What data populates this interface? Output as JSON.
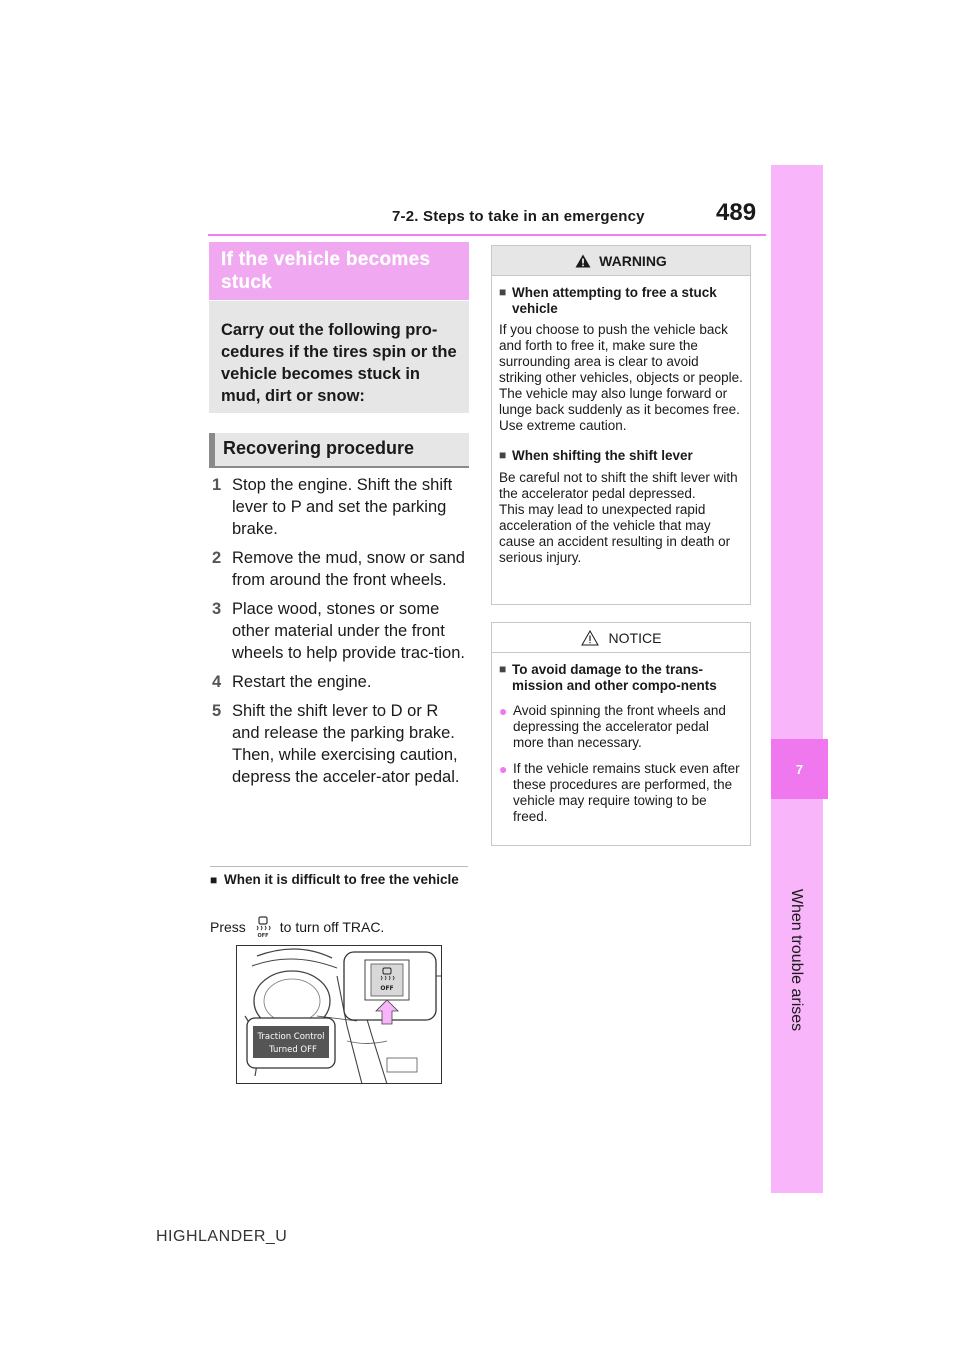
{
  "header": {
    "section_title": "7-2. Steps to take in an emergency",
    "page_number": "489"
  },
  "side_tab": {
    "chapter_number": "7",
    "chapter_title": "When trouble arises"
  },
  "section": {
    "title": "If the vehicle becomes stuck",
    "intro": "Carry out the following pro-cedures if the tires spin or the vehicle becomes stuck in mud, dirt or snow:",
    "subheading": "Recovering procedure",
    "steps": [
      {
        "num": "1",
        "text": "Stop the engine. Shift the shift lever to P and set the parking brake."
      },
      {
        "num": "2",
        "text": "Remove the mud, snow or sand from around the front wheels."
      },
      {
        "num": "3",
        "text": "Place wood, stones or some other material under the front wheels to help provide trac-tion."
      },
      {
        "num": "4",
        "text": "Restart the engine."
      },
      {
        "num": "5",
        "text": "Shift the shift lever to D or R and release the parking brake. Then, while exercising caution, depress the acceler-ator pedal."
      }
    ],
    "note_heading": "When it is difficult to free the vehicle",
    "note_press": "Press",
    "note_action": "to turn off TRAC.",
    "illustration": {
      "display_line1": "Traction Control",
      "display_line2": "Turned OFF",
      "switch_label": "OFF"
    }
  },
  "warning": {
    "label": "WARNING",
    "items": [
      {
        "heading": "When attempting to free a stuck vehicle",
        "text": "If you choose to push the vehicle back and forth to free it, make sure the surrounding area is clear to avoid striking other vehicles, objects or people. The vehicle may also lunge forward or lunge back suddenly as it becomes free. Use extreme caution."
      },
      {
        "heading": "When shifting the shift lever",
        "text": "Be careful not to shift the shift lever with the accelerator pedal depressed.\nThis may lead to unexpected rapid acceleration of the vehicle that may cause an accident resulting in death or serious injury."
      }
    ]
  },
  "notice": {
    "label": "NOTICE",
    "heading": "To avoid damage to the trans-mission and other compo-nents",
    "bullets": [
      "Avoid spinning the front wheels and depressing the accelerator pedal more than necessary.",
      "If the vehicle remains stuck even after these procedures are performed, the vehicle may require towing to be freed."
    ]
  },
  "footer": {
    "model": "HIGHLANDER_U"
  },
  "colors": {
    "accent_pink": "#ef78ef",
    "tab_light": "#f9b5f9",
    "heading_fill": "#f0a8f0",
    "box_gray": "#e6e6e6"
  }
}
